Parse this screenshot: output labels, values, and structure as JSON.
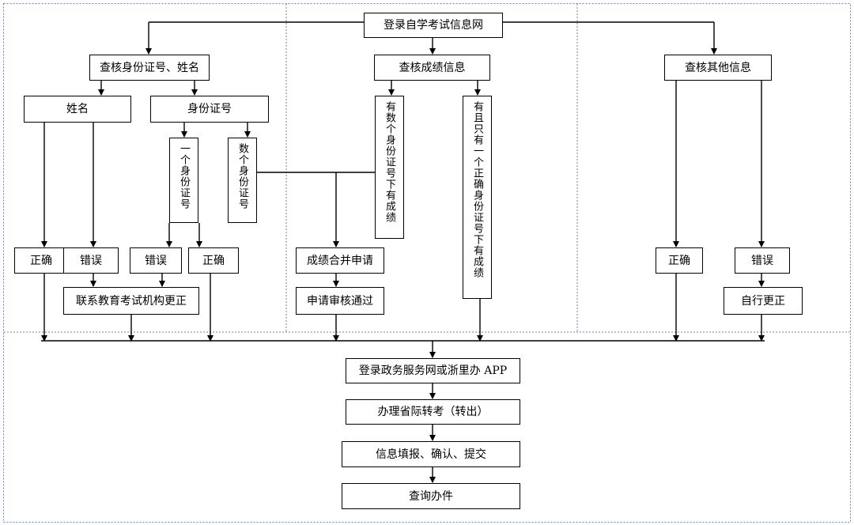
{
  "flow": {
    "start": "登录自学考试信息网",
    "check_id_name": "查核身份证号、姓名",
    "check_score": "查核成绩信息",
    "check_other": "查核其他信息",
    "name": "姓名",
    "id_number": "身份证号",
    "one_id": "一个身份证号",
    "multi_id": "数个身份证号",
    "multi_id_scores": "有数个身份证号下有成绩",
    "single_correct_id_score": "有且只有一个正确身份证号下有成绩",
    "correct": "正确",
    "wrong": "错误",
    "contact_exam_org": "联系教育考试机构更正",
    "merge_scores": "成绩合并申请",
    "apply_approved": "申请审核通过",
    "self_correct": "自行更正",
    "login_gov": "登录政务服务网或浙里办 APP",
    "transfer": "办理省际转考（转出）",
    "fill_submit": "信息填报、确认、提交",
    "query": "查询办件"
  }
}
